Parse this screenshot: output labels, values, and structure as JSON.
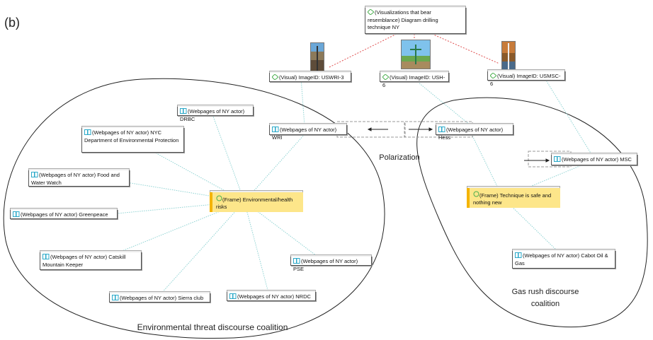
{
  "panel_label": "(b)",
  "top_node": "(Visualizations that bear resemblance) Diagram drilling technique NY",
  "visuals": [
    {
      "label": "(Visual) ImageID: USWRI-3"
    },
    {
      "label": "(Visual) ImageID: USH-6"
    },
    {
      "label": "(Visual) ImageID: USMSC-6"
    }
  ],
  "env_actors": {
    "drbc": "(Webpages of NY actor) DRBC",
    "nyc_dep": "(Webpages of NY actor) NYC Department of Environmental Protection",
    "fww": "(Webpages of NY actor) Food and Water Watch",
    "greenpeace": "(Webpages of NY actor) Greenpeace",
    "catskill": "(Webpages of NY actor) Catskill Mountain Keeper",
    "sierra": "(Webpages of NY actor) Sierra club",
    "nrdc": "(Webpages of NY actor) NRDC",
    "pse": "(Webpages of NY actor) PSE",
    "wri": "(Webpages of NY actor) WRI"
  },
  "gas_actors": {
    "hess": "(Webpages of NY actor) Hess",
    "msc": "(Webpages of NY actor) MSC",
    "cabot": "(Webpages of NY actor) Cabot Oil & Gas"
  },
  "frames": {
    "env": "(Frame) Environmental/health risks",
    "gas": "(Frame) Technique is safe and nothing new"
  },
  "labels": {
    "polarization": "Polarization",
    "env_coalition": "Environmental threat discourse coalition",
    "gas_coalition_1": "Gas rush discourse",
    "gas_coalition_2": "coalition"
  },
  "colors": {
    "link_teal": "#8fd3d3",
    "link_red": "#e05050",
    "frame_fill": "#fde68a",
    "frame_bar": "#f4b400",
    "icon_teal": "#2aa8c8",
    "visual_green": "#4caf50"
  }
}
